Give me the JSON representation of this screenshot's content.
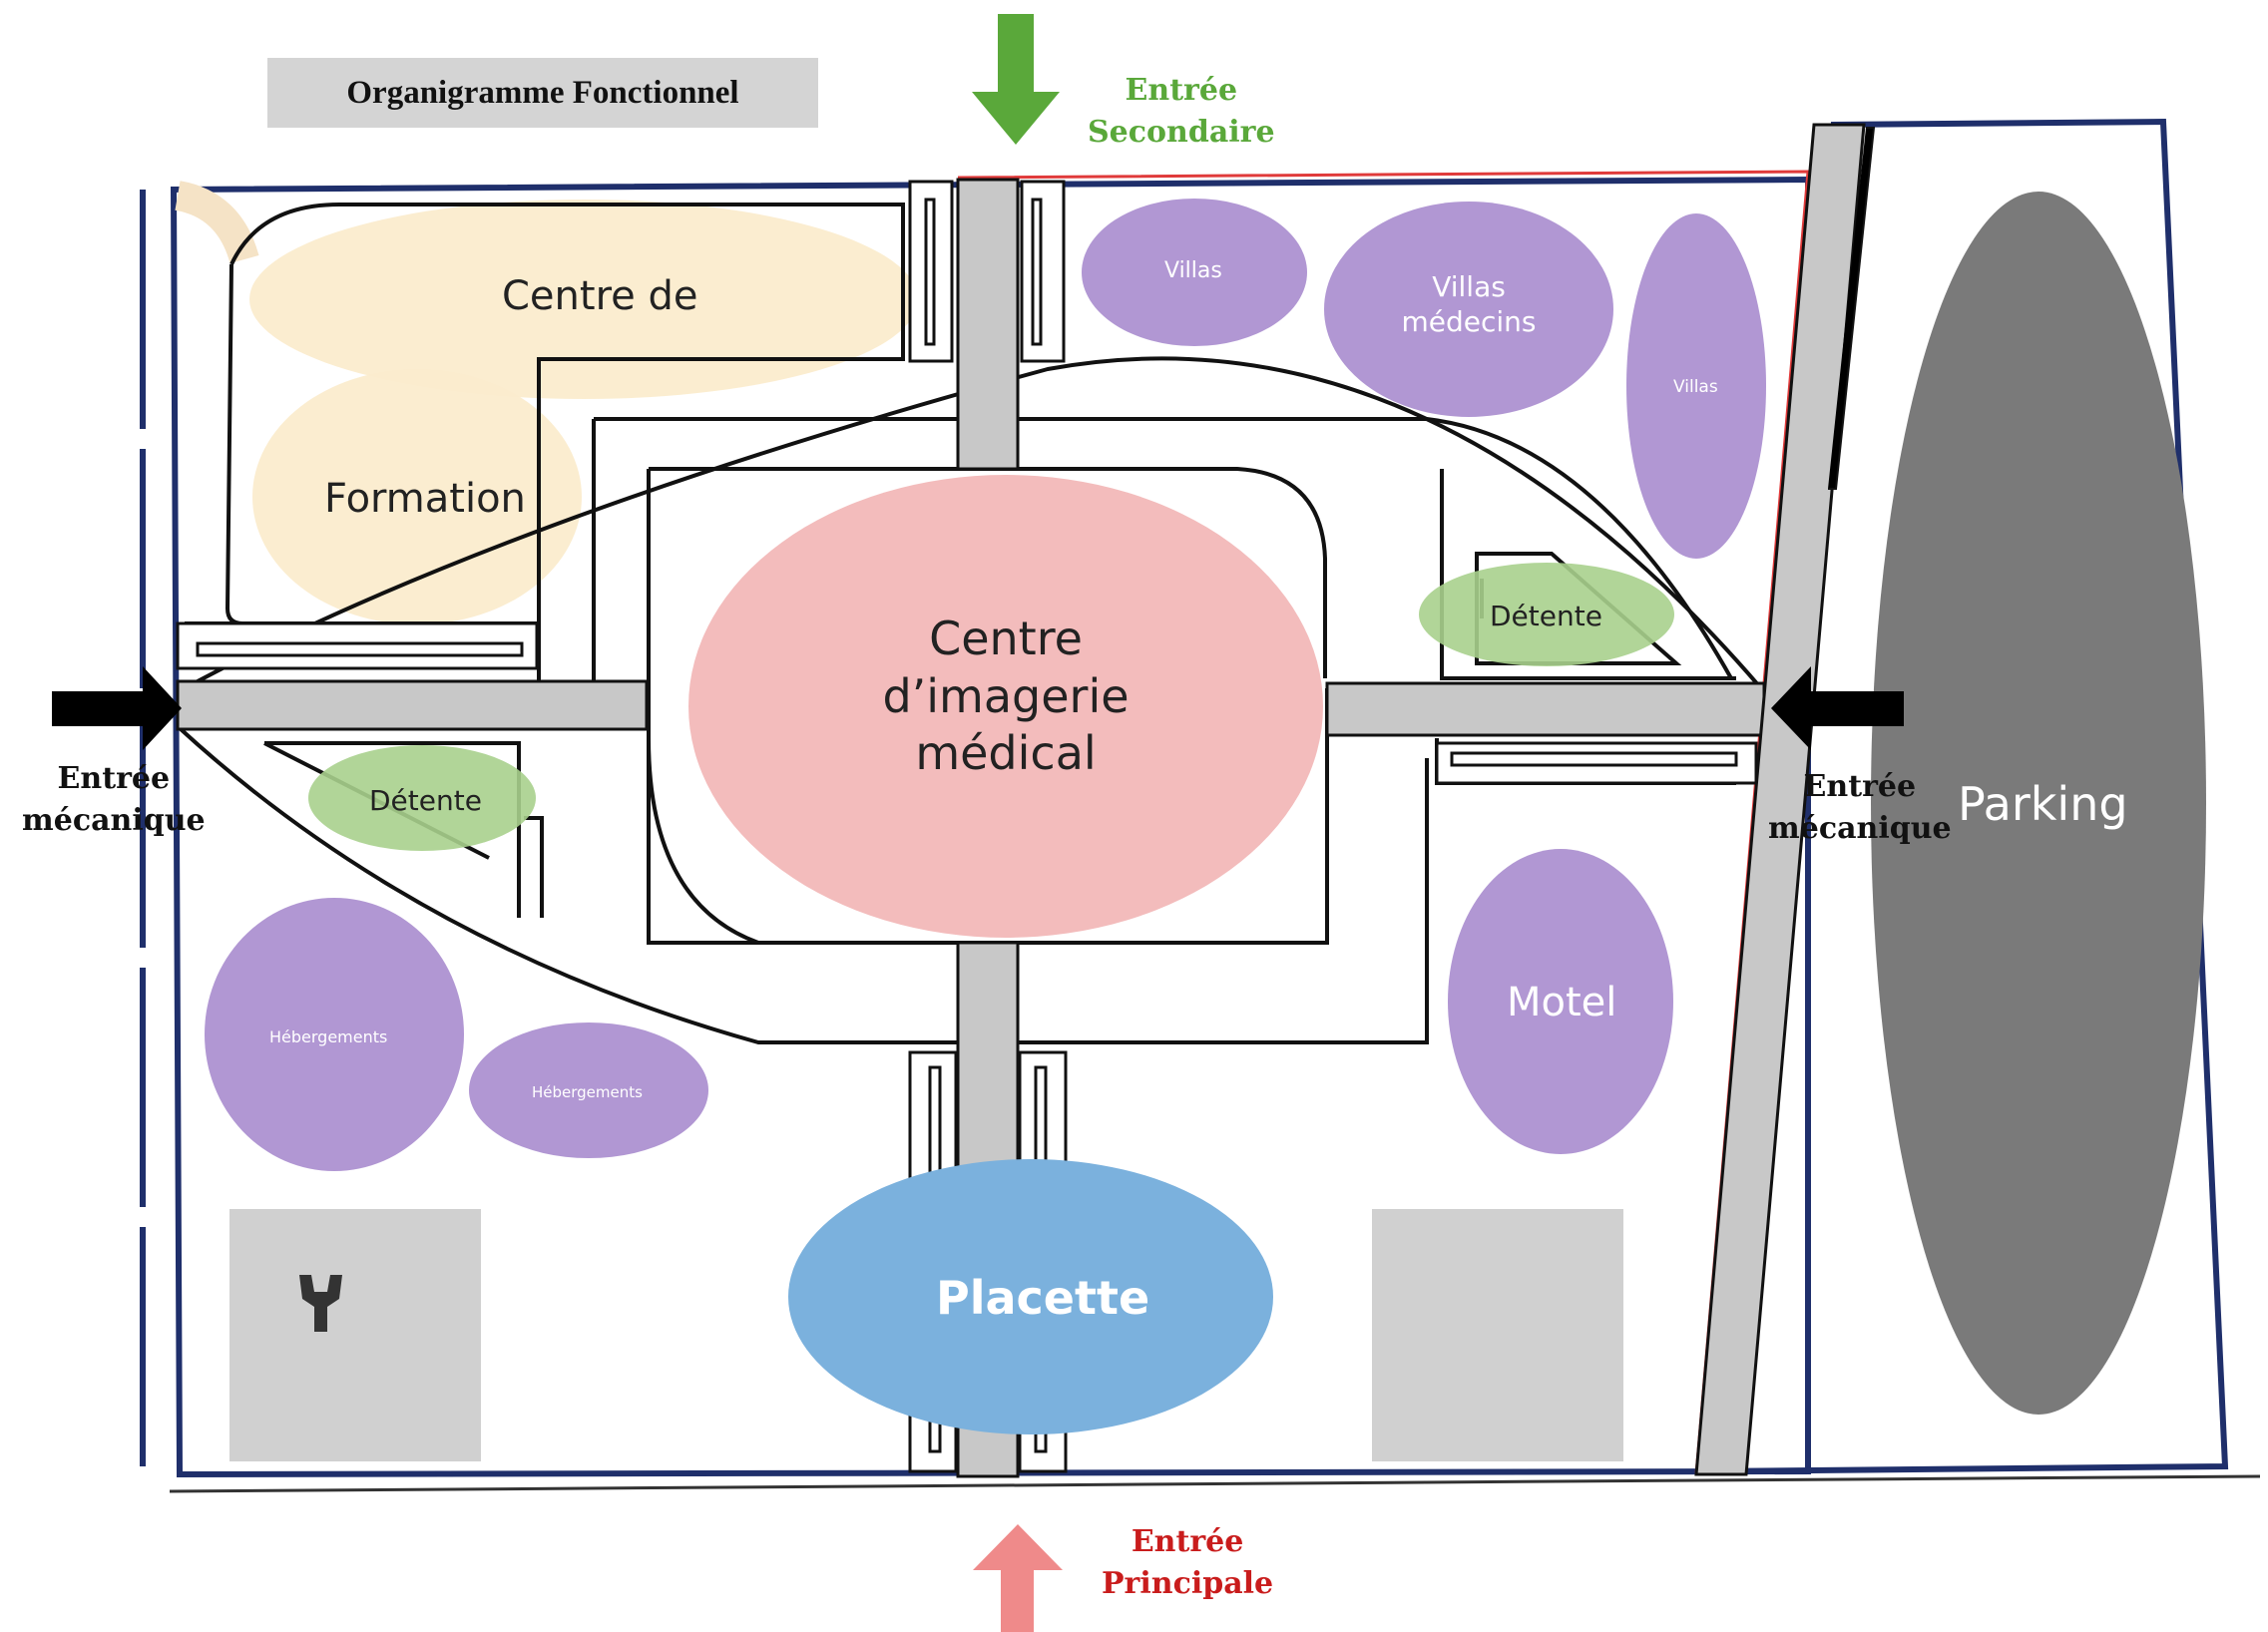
{
  "title": "Organigramme Fonctionnel",
  "entrances": {
    "secondary": [
      "Entrée",
      "Secondaire"
    ],
    "main": [
      "Entrée",
      "Principale"
    ],
    "mech_left": [
      "Entrée",
      "mécanique"
    ],
    "mech_right": [
      "Entrée",
      "mécanique"
    ]
  },
  "zones": {
    "training_1": "Centre de",
    "training_2": "Formation",
    "imaging": [
      "Centre",
      "d’imagerie",
      "médical"
    ],
    "relax_right": "Détente",
    "relax_left": "Détente",
    "villas_1": "Villas",
    "villas_doctors": [
      "Villas",
      "médecins"
    ],
    "villas_2": "Villas",
    "lodging_1": "Hébergements",
    "lodging_2": "Hébergements",
    "motel": "Motel",
    "plaza": "Placette",
    "parking": "Parking"
  },
  "colors": {
    "frame": "#1f2f6b",
    "road": "#c8c8c8",
    "training": "#fbeccd",
    "imaging": "#f3bcbc",
    "relax": "#a8d08d",
    "housing": "#b197d3",
    "plaza": "#7bb1dd",
    "parking": "#7a7a7a",
    "arrow_secondary": "#5aa83a",
    "arrow_main": "#ef8a8a",
    "arrow_mech": "#000000"
  },
  "icons": [
    "wrench-icon"
  ]
}
